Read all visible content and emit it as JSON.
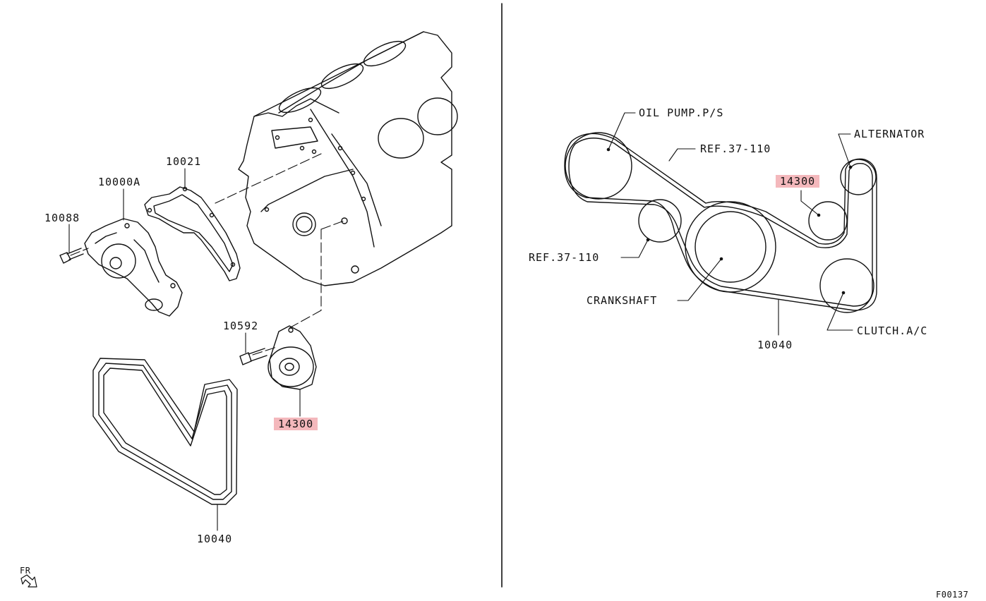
{
  "left_panel": {
    "water_pump": "10000A",
    "gasket": "10021",
    "pump_bolt": "10088",
    "tensioner_bolt": "10592",
    "tensioner": "14300",
    "belt": "10040"
  },
  "right_panel": {
    "oil_pump": "OIL PUMP.P/S",
    "ref_top": "REF.37-110",
    "alternator": "ALTERNATOR",
    "tensioner": "14300",
    "ref_left": "REF.37-110",
    "crankshaft": "CRANKSHAFT",
    "belt": "10040",
    "clutch": "CLUTCH.A/C"
  },
  "footer": {
    "front_marker": "FR",
    "figure_code": "F00137"
  },
  "colors": {
    "highlight": "#f4b8bc",
    "line": "#111111"
  }
}
